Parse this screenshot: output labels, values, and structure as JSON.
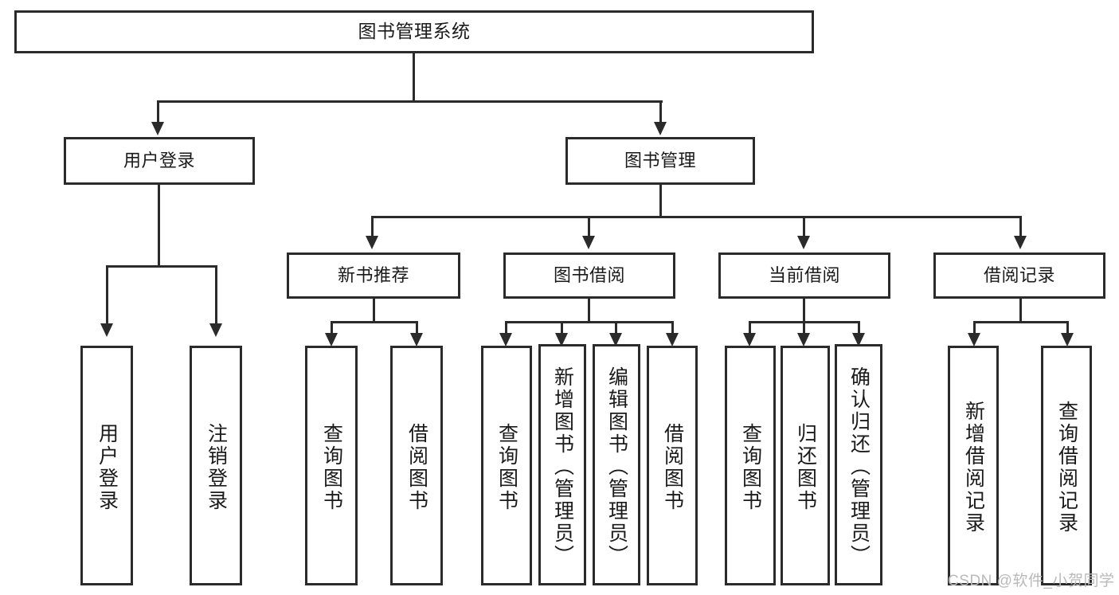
{
  "diagram": {
    "title": "图书管理系统",
    "type": "hierarchy-tree",
    "colors": {
      "stroke": "#2b2b2b",
      "fill": "#ffffff",
      "text": "#1a1a1a",
      "watermark": "#b9b9b9"
    },
    "root": {
      "label": "图书管理系统"
    },
    "level1": [
      {
        "label": "用户登录"
      },
      {
        "label": "图书管理"
      }
    ],
    "level2": [
      {
        "label": "新书推荐"
      },
      {
        "label": "图书借阅"
      },
      {
        "label": "当前借阅"
      },
      {
        "label": "借阅记录"
      }
    ],
    "leaves": {
      "user_login": [
        {
          "label": "用户登录"
        },
        {
          "label": "注销登录"
        }
      ],
      "new_book_recommend": [
        {
          "label": "查询图书"
        },
        {
          "label": "借阅图书"
        }
      ],
      "book_borrow": [
        {
          "label": "查询图书"
        },
        {
          "label": "新增图书（管理员）"
        },
        {
          "label": "编辑图书（管理员）"
        },
        {
          "label": "借阅图书"
        }
      ],
      "current_borrow": [
        {
          "label": "查询图书"
        },
        {
          "label": "归还图书"
        },
        {
          "label": "确认归还（管理员）"
        }
      ],
      "borrow_record": [
        {
          "label": "新增借阅记录"
        },
        {
          "label": "查询借阅记录"
        }
      ]
    }
  },
  "watermark": {
    "text": "CSDN @软件_小贺同学"
  }
}
